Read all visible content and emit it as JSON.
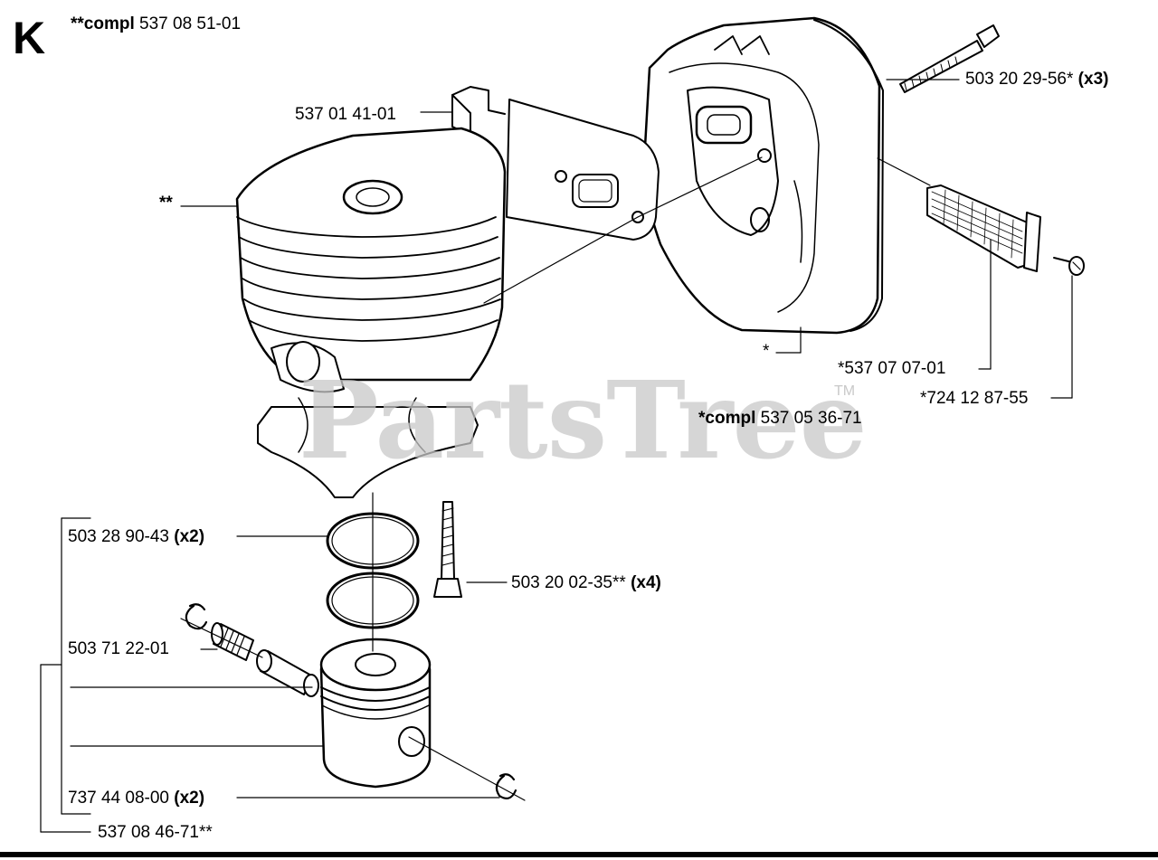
{
  "section": {
    "letter": "K"
  },
  "assembly_labels": {
    "cylinder_compl": {
      "bold": "**compl",
      "number": "537 08 51-01"
    },
    "muffler_compl": {
      "bold": "*compl",
      "number": "537 05 36-71"
    }
  },
  "marks": {
    "cylinder": "**",
    "muffler": "*"
  },
  "parts": {
    "gasket": "537 01 41-01",
    "muffler_bolt": {
      "number": "503 20 29-56*",
      "qty": "(x3)"
    },
    "spark_screen": "*537 07 07-01",
    "screen_screw": "*724 12 87-55",
    "cylinder_screw": {
      "number": "503 20 02-35**",
      "qty": "(x4)"
    },
    "piston_ring": {
      "number": "503 28 90-43",
      "qty": "(x2)"
    },
    "needle_bearing": "503 71 22-01",
    "circlip": {
      "number": "737 44 08-00",
      "qty": "(x2)"
    },
    "piston_kit": "537 08 46-71**"
  },
  "watermark": {
    "text": "PartsTree",
    "tm": "TM"
  },
  "icons": [
    "cylinder-icon",
    "muffler-icon",
    "gasket-icon",
    "bolt-icon",
    "screw-icon",
    "spark-screen-icon",
    "piston-ring-icon",
    "piston-icon",
    "piston-pin-icon",
    "needle-bearing-icon",
    "circlip-icon"
  ]
}
